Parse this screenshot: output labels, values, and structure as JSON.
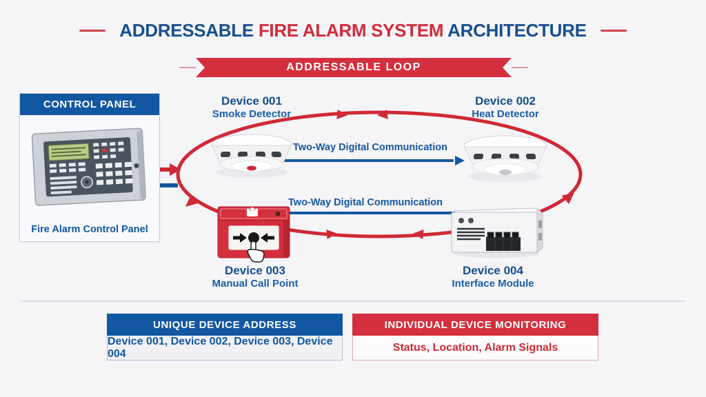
{
  "title": {
    "part1": "ADDRESSABLE ",
    "part2": "FIRE ALARM SYSTEM ",
    "part3": "ARCHITECTURE"
  },
  "banner": {
    "label": "ADDRESSABLE LOOP"
  },
  "control_panel": {
    "header": "CONTROL PANEL",
    "caption": "Fire Alarm Control Panel"
  },
  "devices": [
    {
      "id": "Device 001",
      "type": "Smoke Detector"
    },
    {
      "id": "Device 002",
      "type": "Heat Detector"
    },
    {
      "id": "Device 003",
      "type": "Manual Call Point"
    },
    {
      "id": "Device 004",
      "type": "Interface Module"
    }
  ],
  "communication": {
    "top_label": "Two-Way Digital Communication",
    "bottom_label": "Two-Way Digital Communication"
  },
  "footer": {
    "address": {
      "header": "UNIQUE DEVICE ADDRESS",
      "body": "Device 001, Device 002, Device 003, Device 004"
    },
    "monitoring": {
      "header": "INDIVIDUAL DEVICE MONITORING",
      "body": "Status, Location, Alarm Signals"
    }
  },
  "colors": {
    "blue": "#1257a2",
    "red": "#d42f3e",
    "loop_red": "#cf2936",
    "title_blue": "#17508f",
    "title_red": "#d02c3a",
    "background": "#f5f4f7"
  }
}
